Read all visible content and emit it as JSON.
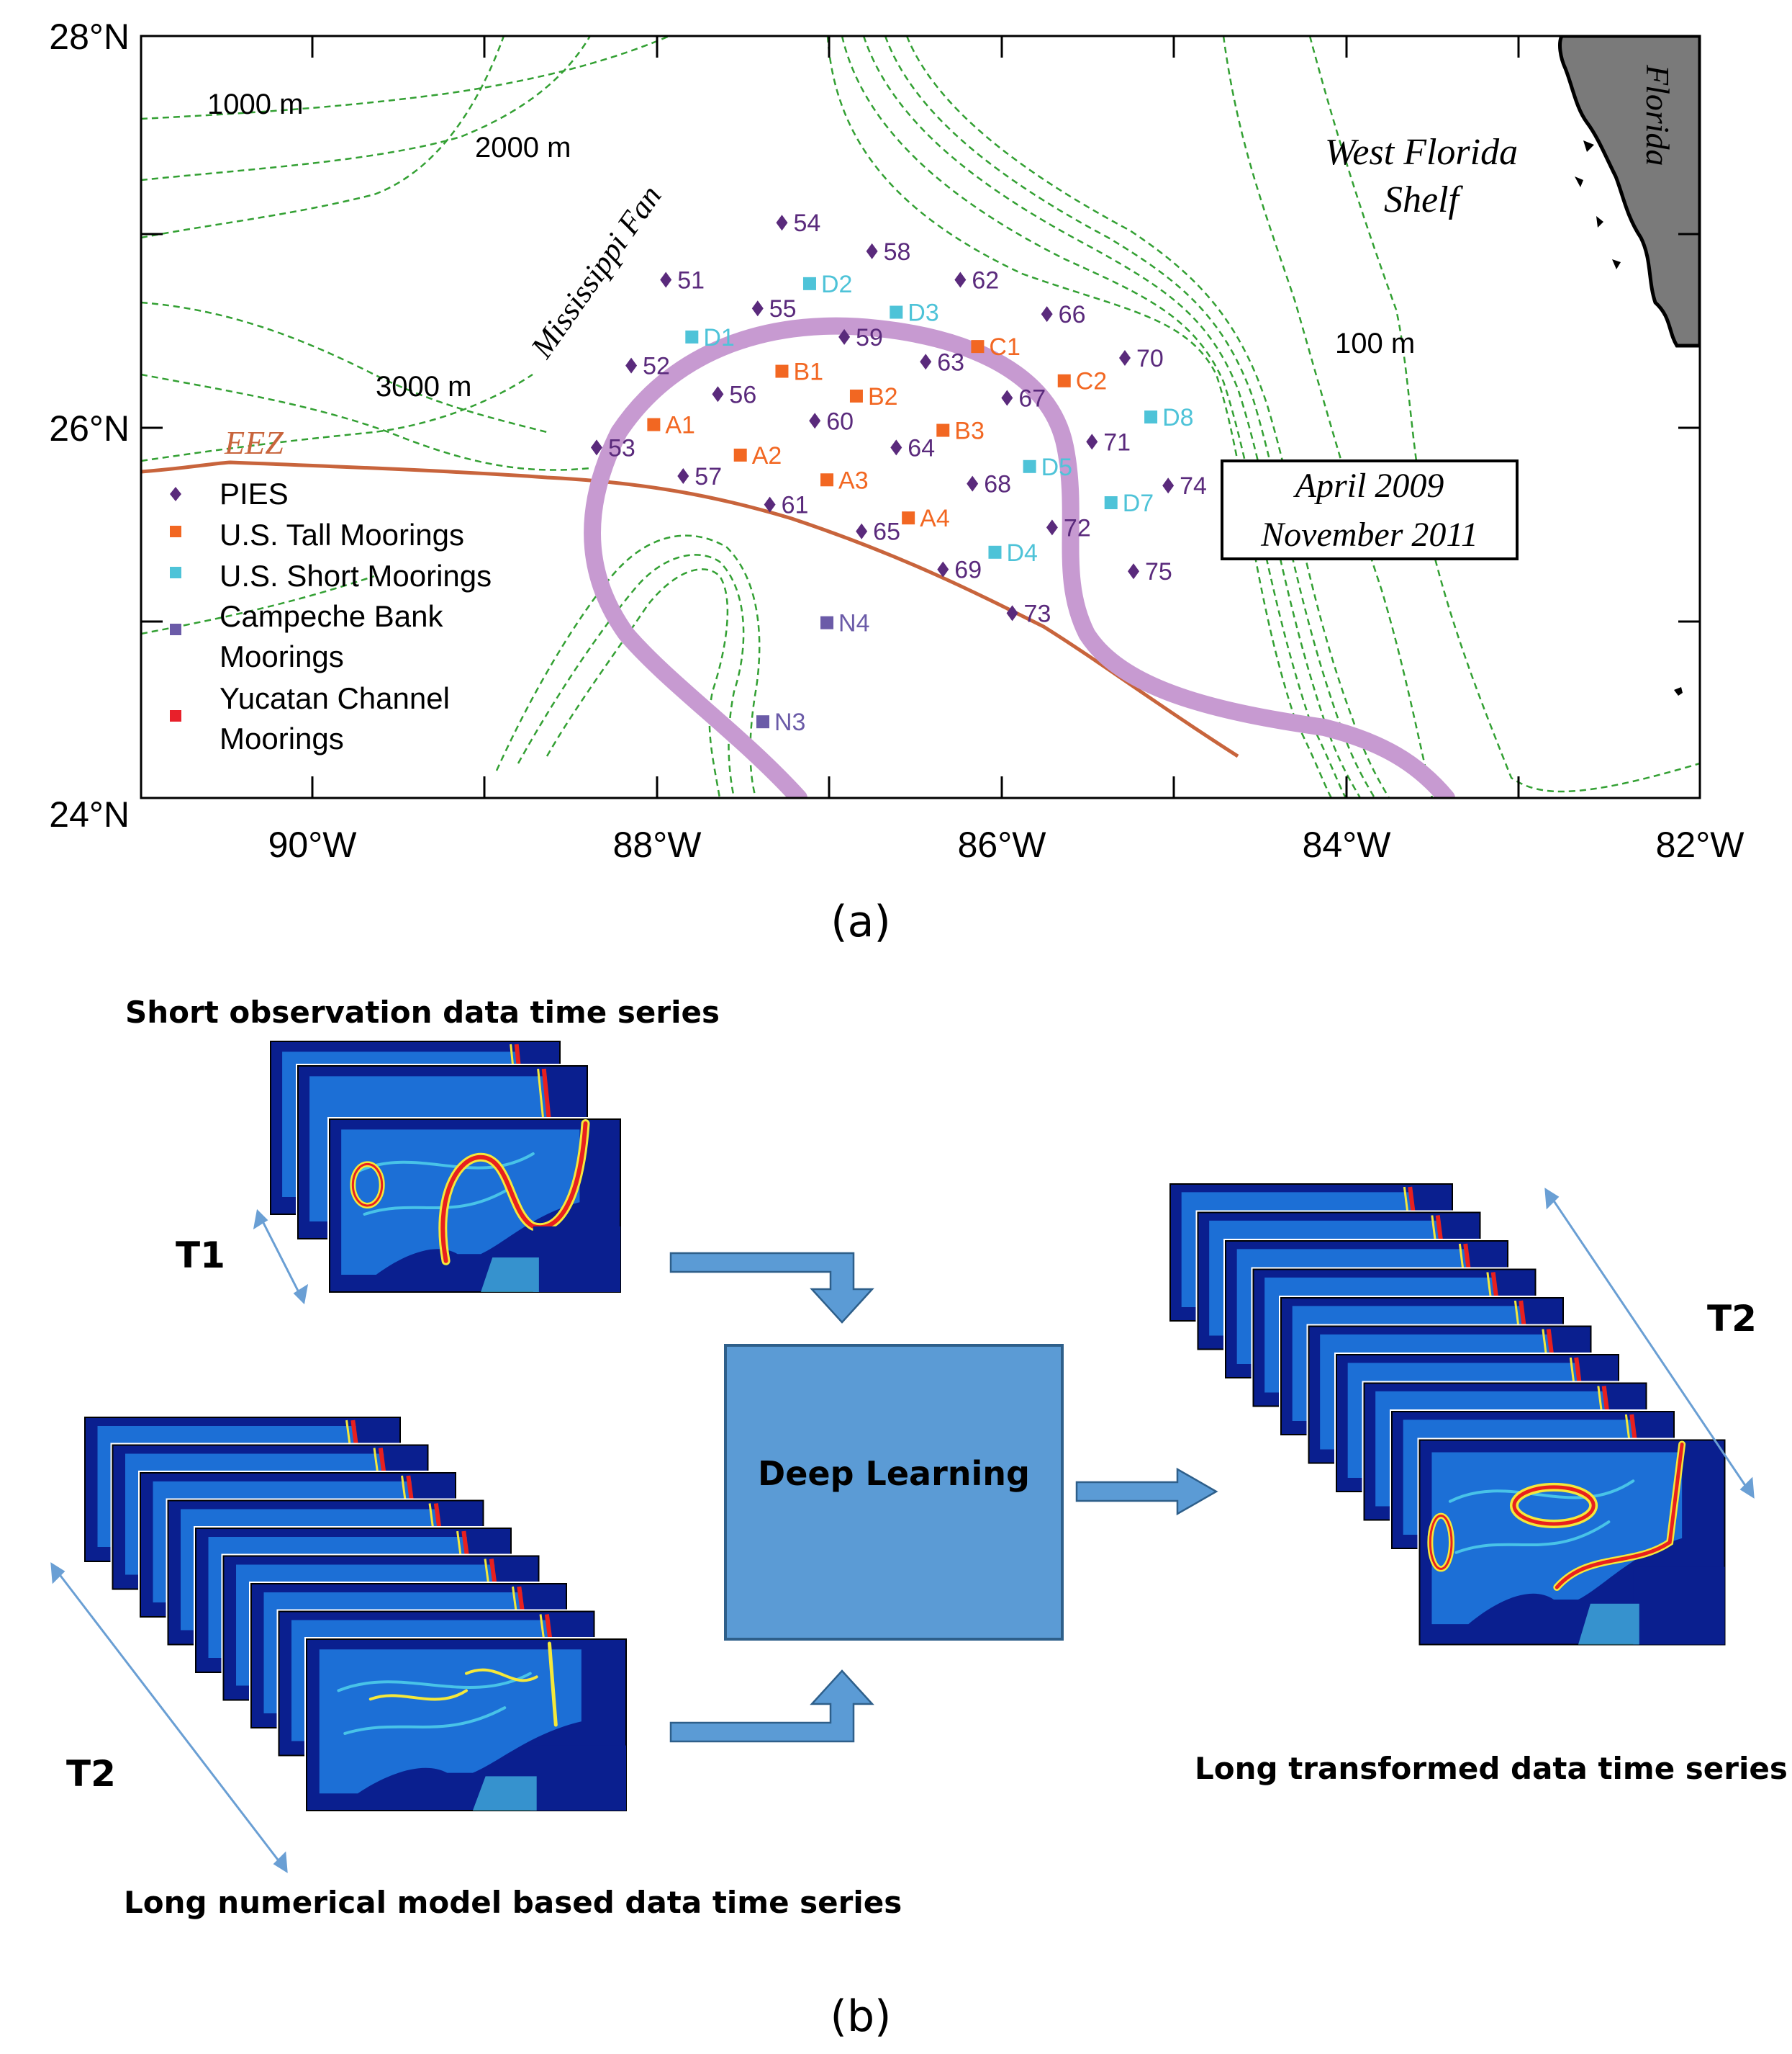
{
  "panel_a": {
    "label": "(a)",
    "map": {
      "lat_ticks": [
        "28°N",
        "26°N",
        "24°N"
      ],
      "lon_ticks": [
        "90°W",
        "88°W",
        "86°W",
        "84°W",
        "82°W"
      ],
      "contours": [
        "1000 m",
        "2000 m",
        "3000 m",
        "100 m"
      ],
      "places": {
        "fan": "Mississippi Fan",
        "shelf_1": "West Florida",
        "shelf_2": "Shelf",
        "florida": "Florida",
        "eez": "EEZ"
      },
      "date_box": [
        "April 2009",
        "November 2011"
      ]
    },
    "legend": {
      "pies": "PIES",
      "tall": "U.S. Tall Moorings",
      "short": "U.S. Short Moorings",
      "campeche_1": "Campeche Bank",
      "campeche_2": "Moorings",
      "yucatan_1": "Yucatan Channel",
      "yucatan_2": "Moorings"
    },
    "colors": {
      "pies": "#5a2a7c",
      "tall": "#f26722",
      "short": "#4ec3d8",
      "campeche": "#6b5ba8",
      "yucatan": "#e8202a",
      "loop_current": "#c79ad1",
      "eez": "#c8643c",
      "contour": "#33a033",
      "land": "#7a7a7a"
    },
    "stations": [
      {
        "id": "54",
        "kind": "pies",
        "lon": -87.3,
        "lat": 27.02
      },
      {
        "id": "58",
        "kind": "pies",
        "lon": -86.78,
        "lat": 26.87
      },
      {
        "id": "51",
        "kind": "pies",
        "lon": -87.97,
        "lat": 26.72
      },
      {
        "id": "62",
        "kind": "pies",
        "lon": -86.27,
        "lat": 26.72
      },
      {
        "id": "55",
        "kind": "pies",
        "lon": -87.44,
        "lat": 26.57
      },
      {
        "id": "66",
        "kind": "pies",
        "lon": -85.77,
        "lat": 26.54
      },
      {
        "id": "59",
        "kind": "pies",
        "lon": -86.94,
        "lat": 26.42
      },
      {
        "id": "70",
        "kind": "pies",
        "lon": -85.32,
        "lat": 26.31
      },
      {
        "id": "52",
        "kind": "pies",
        "lon": -88.17,
        "lat": 26.27
      },
      {
        "id": "63",
        "kind": "pies",
        "lon": -86.47,
        "lat": 26.29
      },
      {
        "id": "56",
        "kind": "pies",
        "lon": -87.67,
        "lat": 26.12
      },
      {
        "id": "67",
        "kind": "pies",
        "lon": -86.0,
        "lat": 26.1
      },
      {
        "id": "60",
        "kind": "pies",
        "lon": -87.11,
        "lat": 25.98
      },
      {
        "id": "53",
        "kind": "pies",
        "lon": -88.37,
        "lat": 25.84
      },
      {
        "id": "64",
        "kind": "pies",
        "lon": -86.64,
        "lat": 25.84
      },
      {
        "id": "71",
        "kind": "pies",
        "lon": -85.51,
        "lat": 25.87
      },
      {
        "id": "57",
        "kind": "pies",
        "lon": -87.87,
        "lat": 25.69
      },
      {
        "id": "68",
        "kind": "pies",
        "lon": -86.2,
        "lat": 25.65
      },
      {
        "id": "74",
        "kind": "pies",
        "lon": -85.07,
        "lat": 25.64
      },
      {
        "id": "61",
        "kind": "pies",
        "lon": -87.37,
        "lat": 25.54
      },
      {
        "id": "65",
        "kind": "pies",
        "lon": -86.84,
        "lat": 25.4
      },
      {
        "id": "72",
        "kind": "pies",
        "lon": -85.74,
        "lat": 25.42
      },
      {
        "id": "69",
        "kind": "pies",
        "lon": -86.37,
        "lat": 25.2
      },
      {
        "id": "75",
        "kind": "pies",
        "lon": -85.27,
        "lat": 25.19
      },
      {
        "id": "73",
        "kind": "pies",
        "lon": -85.97,
        "lat": 24.97
      },
      {
        "id": "D2",
        "kind": "short",
        "lon": -87.14,
        "lat": 26.7
      },
      {
        "id": "D3",
        "kind": "short",
        "lon": -86.64,
        "lat": 26.55
      },
      {
        "id": "D1",
        "kind": "short",
        "lon": -87.82,
        "lat": 26.42
      },
      {
        "id": "D8",
        "kind": "short",
        "lon": -85.17,
        "lat": 26.0
      },
      {
        "id": "D5",
        "kind": "short",
        "lon": -85.87,
        "lat": 25.74
      },
      {
        "id": "D7",
        "kind": "short",
        "lon": -85.4,
        "lat": 25.55
      },
      {
        "id": "D4",
        "kind": "short",
        "lon": -86.07,
        "lat": 25.29
      },
      {
        "id": "C1",
        "kind": "tall",
        "lon": -86.17,
        "lat": 26.37
      },
      {
        "id": "B1",
        "kind": "tall",
        "lon": -87.3,
        "lat": 26.24
      },
      {
        "id": "C2",
        "kind": "tall",
        "lon": -85.67,
        "lat": 26.19
      },
      {
        "id": "B2",
        "kind": "tall",
        "lon": -86.87,
        "lat": 26.11
      },
      {
        "id": "A1",
        "kind": "tall",
        "lon": -88.04,
        "lat": 25.96
      },
      {
        "id": "B3",
        "kind": "tall",
        "lon": -86.37,
        "lat": 25.93
      },
      {
        "id": "A2",
        "kind": "tall",
        "lon": -87.54,
        "lat": 25.8
      },
      {
        "id": "A3",
        "kind": "tall",
        "lon": -87.04,
        "lat": 25.67
      },
      {
        "id": "A4",
        "kind": "tall",
        "lon": -86.57,
        "lat": 25.47
      },
      {
        "id": "N4",
        "kind": "campeche",
        "lon": -87.04,
        "lat": 24.92
      },
      {
        "id": "N3",
        "kind": "campeche",
        "lon": -87.41,
        "lat": 24.4
      }
    ]
  },
  "panel_b": {
    "label": "(b)",
    "short_title": "Short observation data time series",
    "long_title": "Long numerical model based data time series",
    "out_title": "Long transformed data time series",
    "t1": "T1",
    "t2_left": "T2",
    "t2_right": "T2",
    "box_label": "Deep Learning",
    "colors": {
      "box_fill": "#5b9bd5",
      "box_stroke": "#2e5f8a",
      "arrow_fill": "#5b9bd5",
      "frame_dark": "#0a1f8f",
      "frame_mid": "#1c6fd6",
      "frame_cyan": "#48c3e8",
      "frame_yellow": "#f5e83a",
      "frame_red": "#e8201e"
    }
  }
}
